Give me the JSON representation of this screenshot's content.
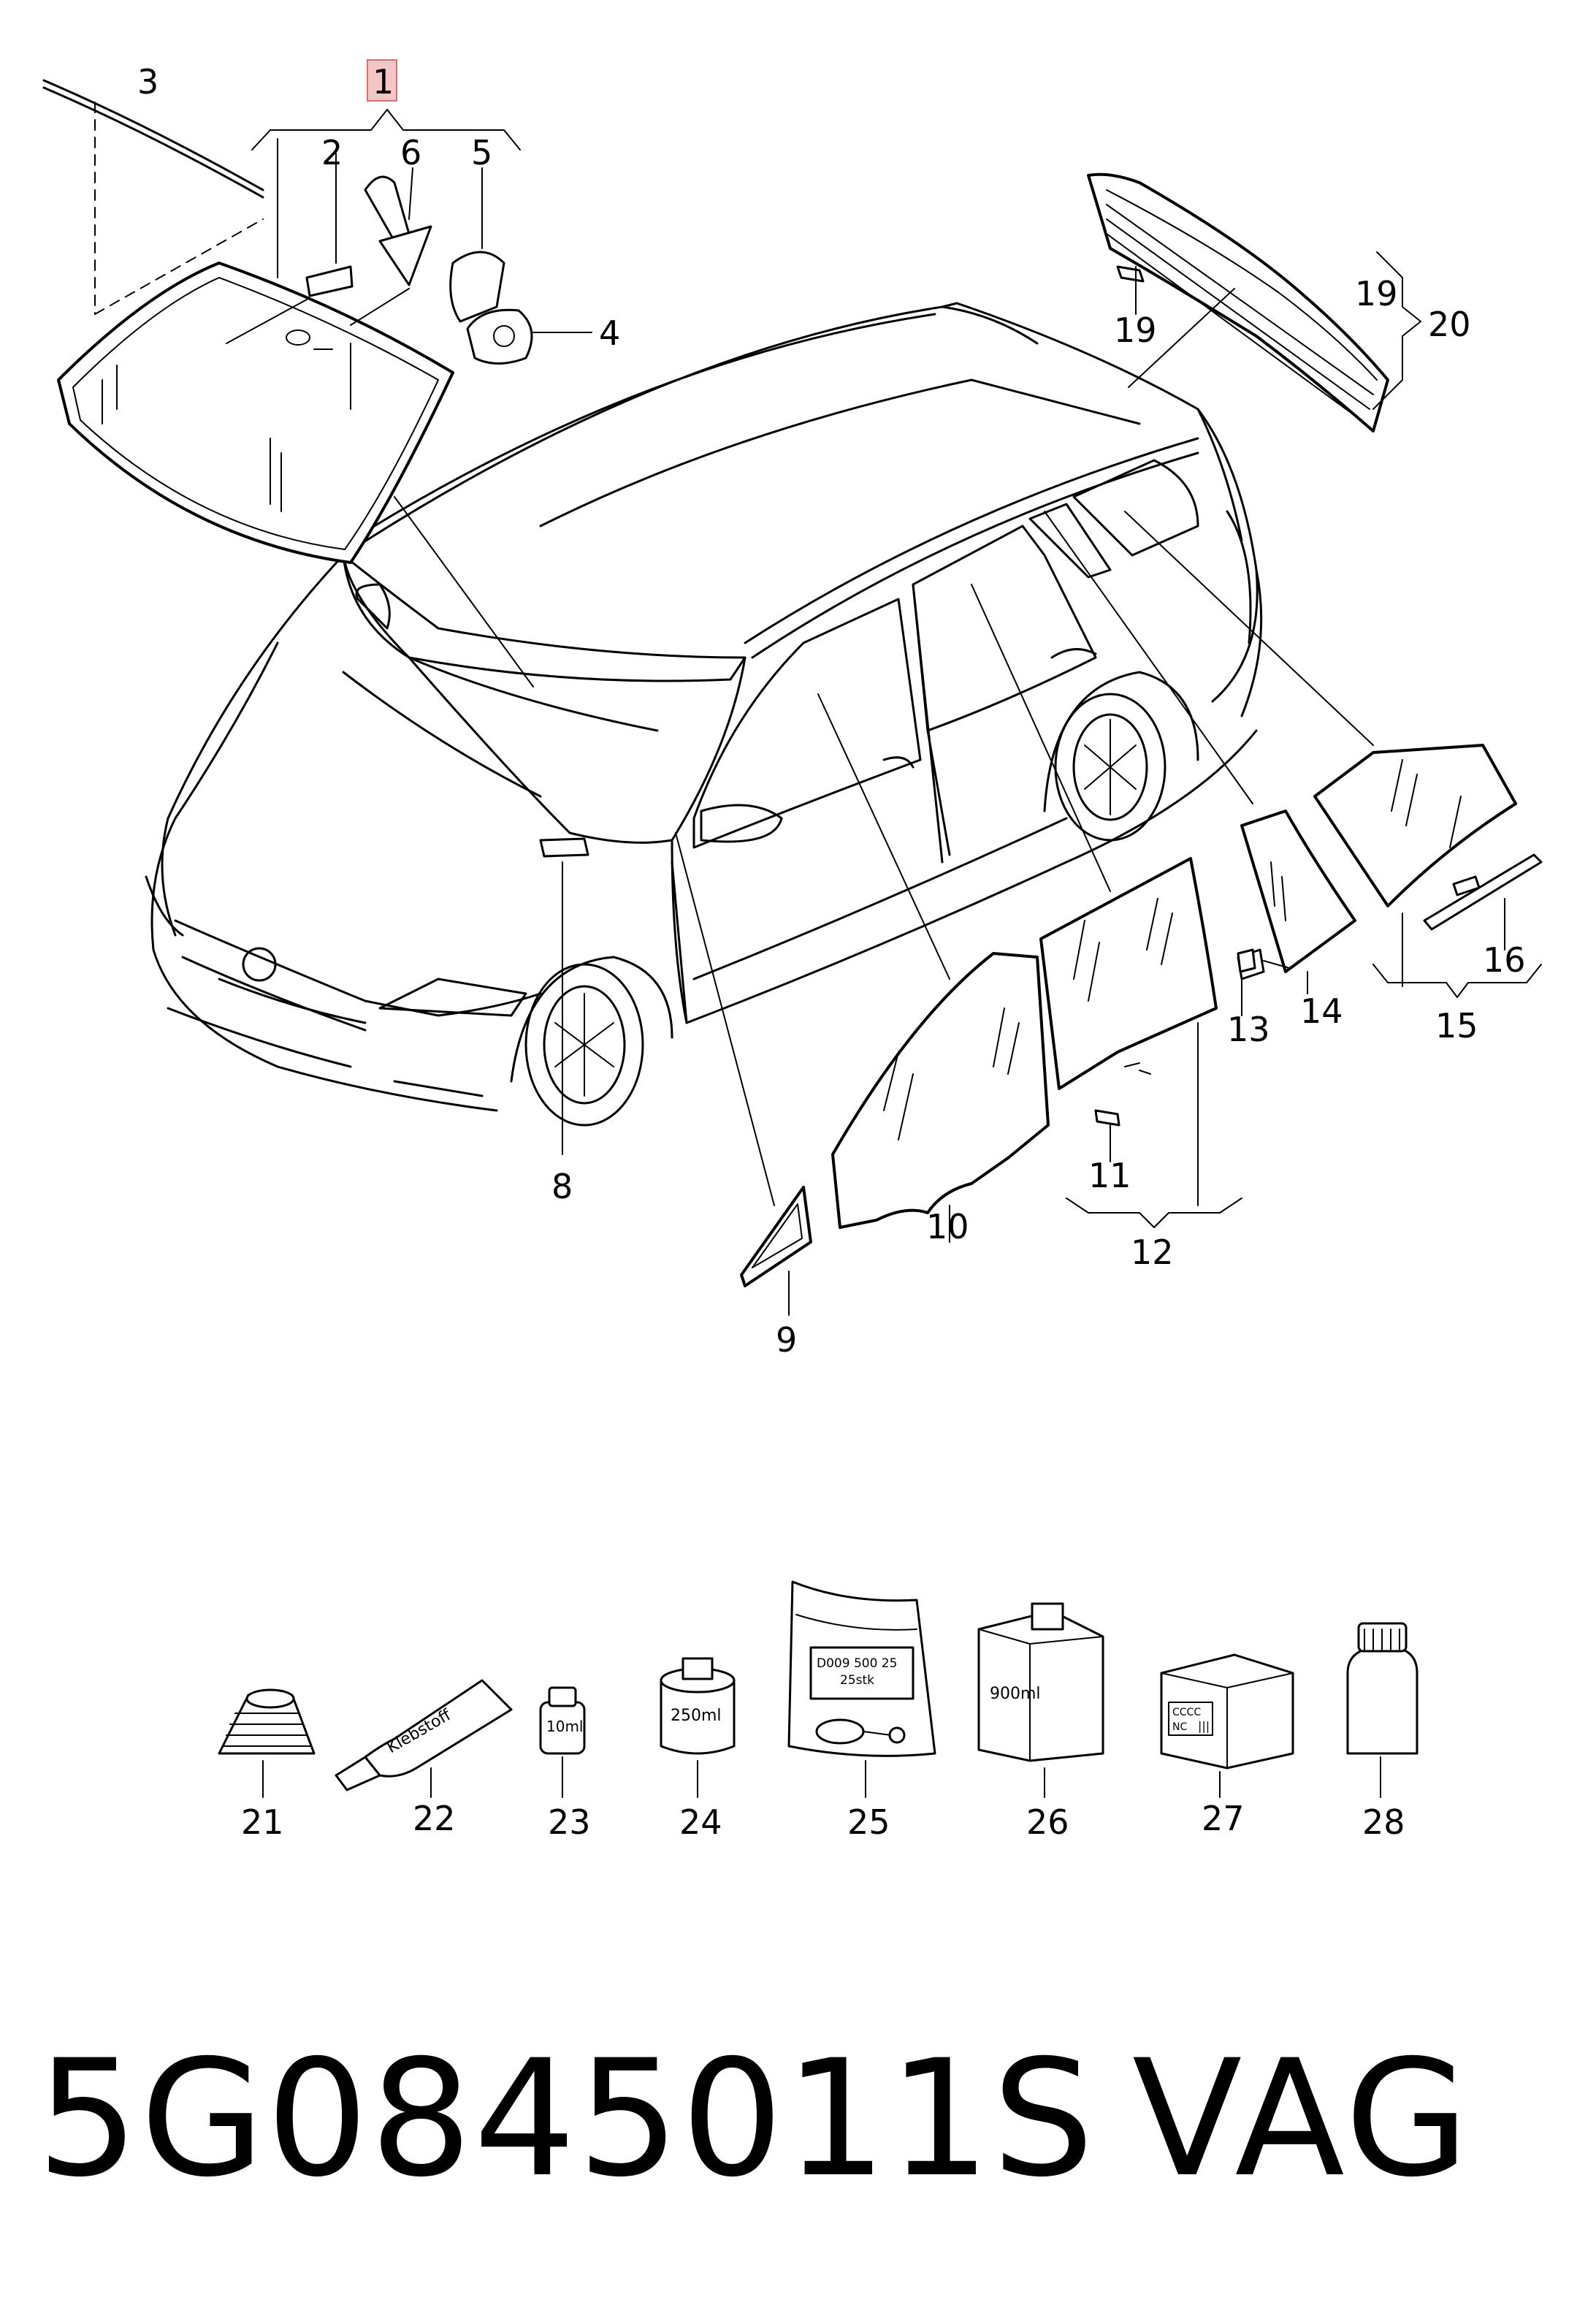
{
  "callouts": {
    "c1": "1",
    "c2": "2",
    "c3": "3",
    "c4": "4",
    "c5": "5",
    "c6": "6",
    "c8": "8",
    "c9": "9",
    "c10": "10",
    "c11": "11",
    "c12": "12",
    "c13": "13",
    "c14": "14",
    "c15": "15",
    "c16": "16",
    "c19a": "19",
    "c19b": "19",
    "c20": "20",
    "c21": "21",
    "c22": "22",
    "c23": "23",
    "c24": "24",
    "c25": "25",
    "c26": "26",
    "c27": "27",
    "c28": "28"
  },
  "labels": {
    "tube": "Klebstoff",
    "bottle_small": "10ml",
    "can": "250ml",
    "bag_line1": "D009 500 25",
    "bag_line2": "25stk",
    "jar": "900ml",
    "box_line1": "CCCC",
    "box_line2": "NC",
    "box_line3": "|||"
  },
  "footer": {
    "part_number": "5G0845011S",
    "brand": "VAG"
  },
  "colors": {
    "line": "#000000",
    "background": "#ffffff",
    "highlight_box": "#f4c6c6",
    "highlight_border": "#d07070"
  }
}
